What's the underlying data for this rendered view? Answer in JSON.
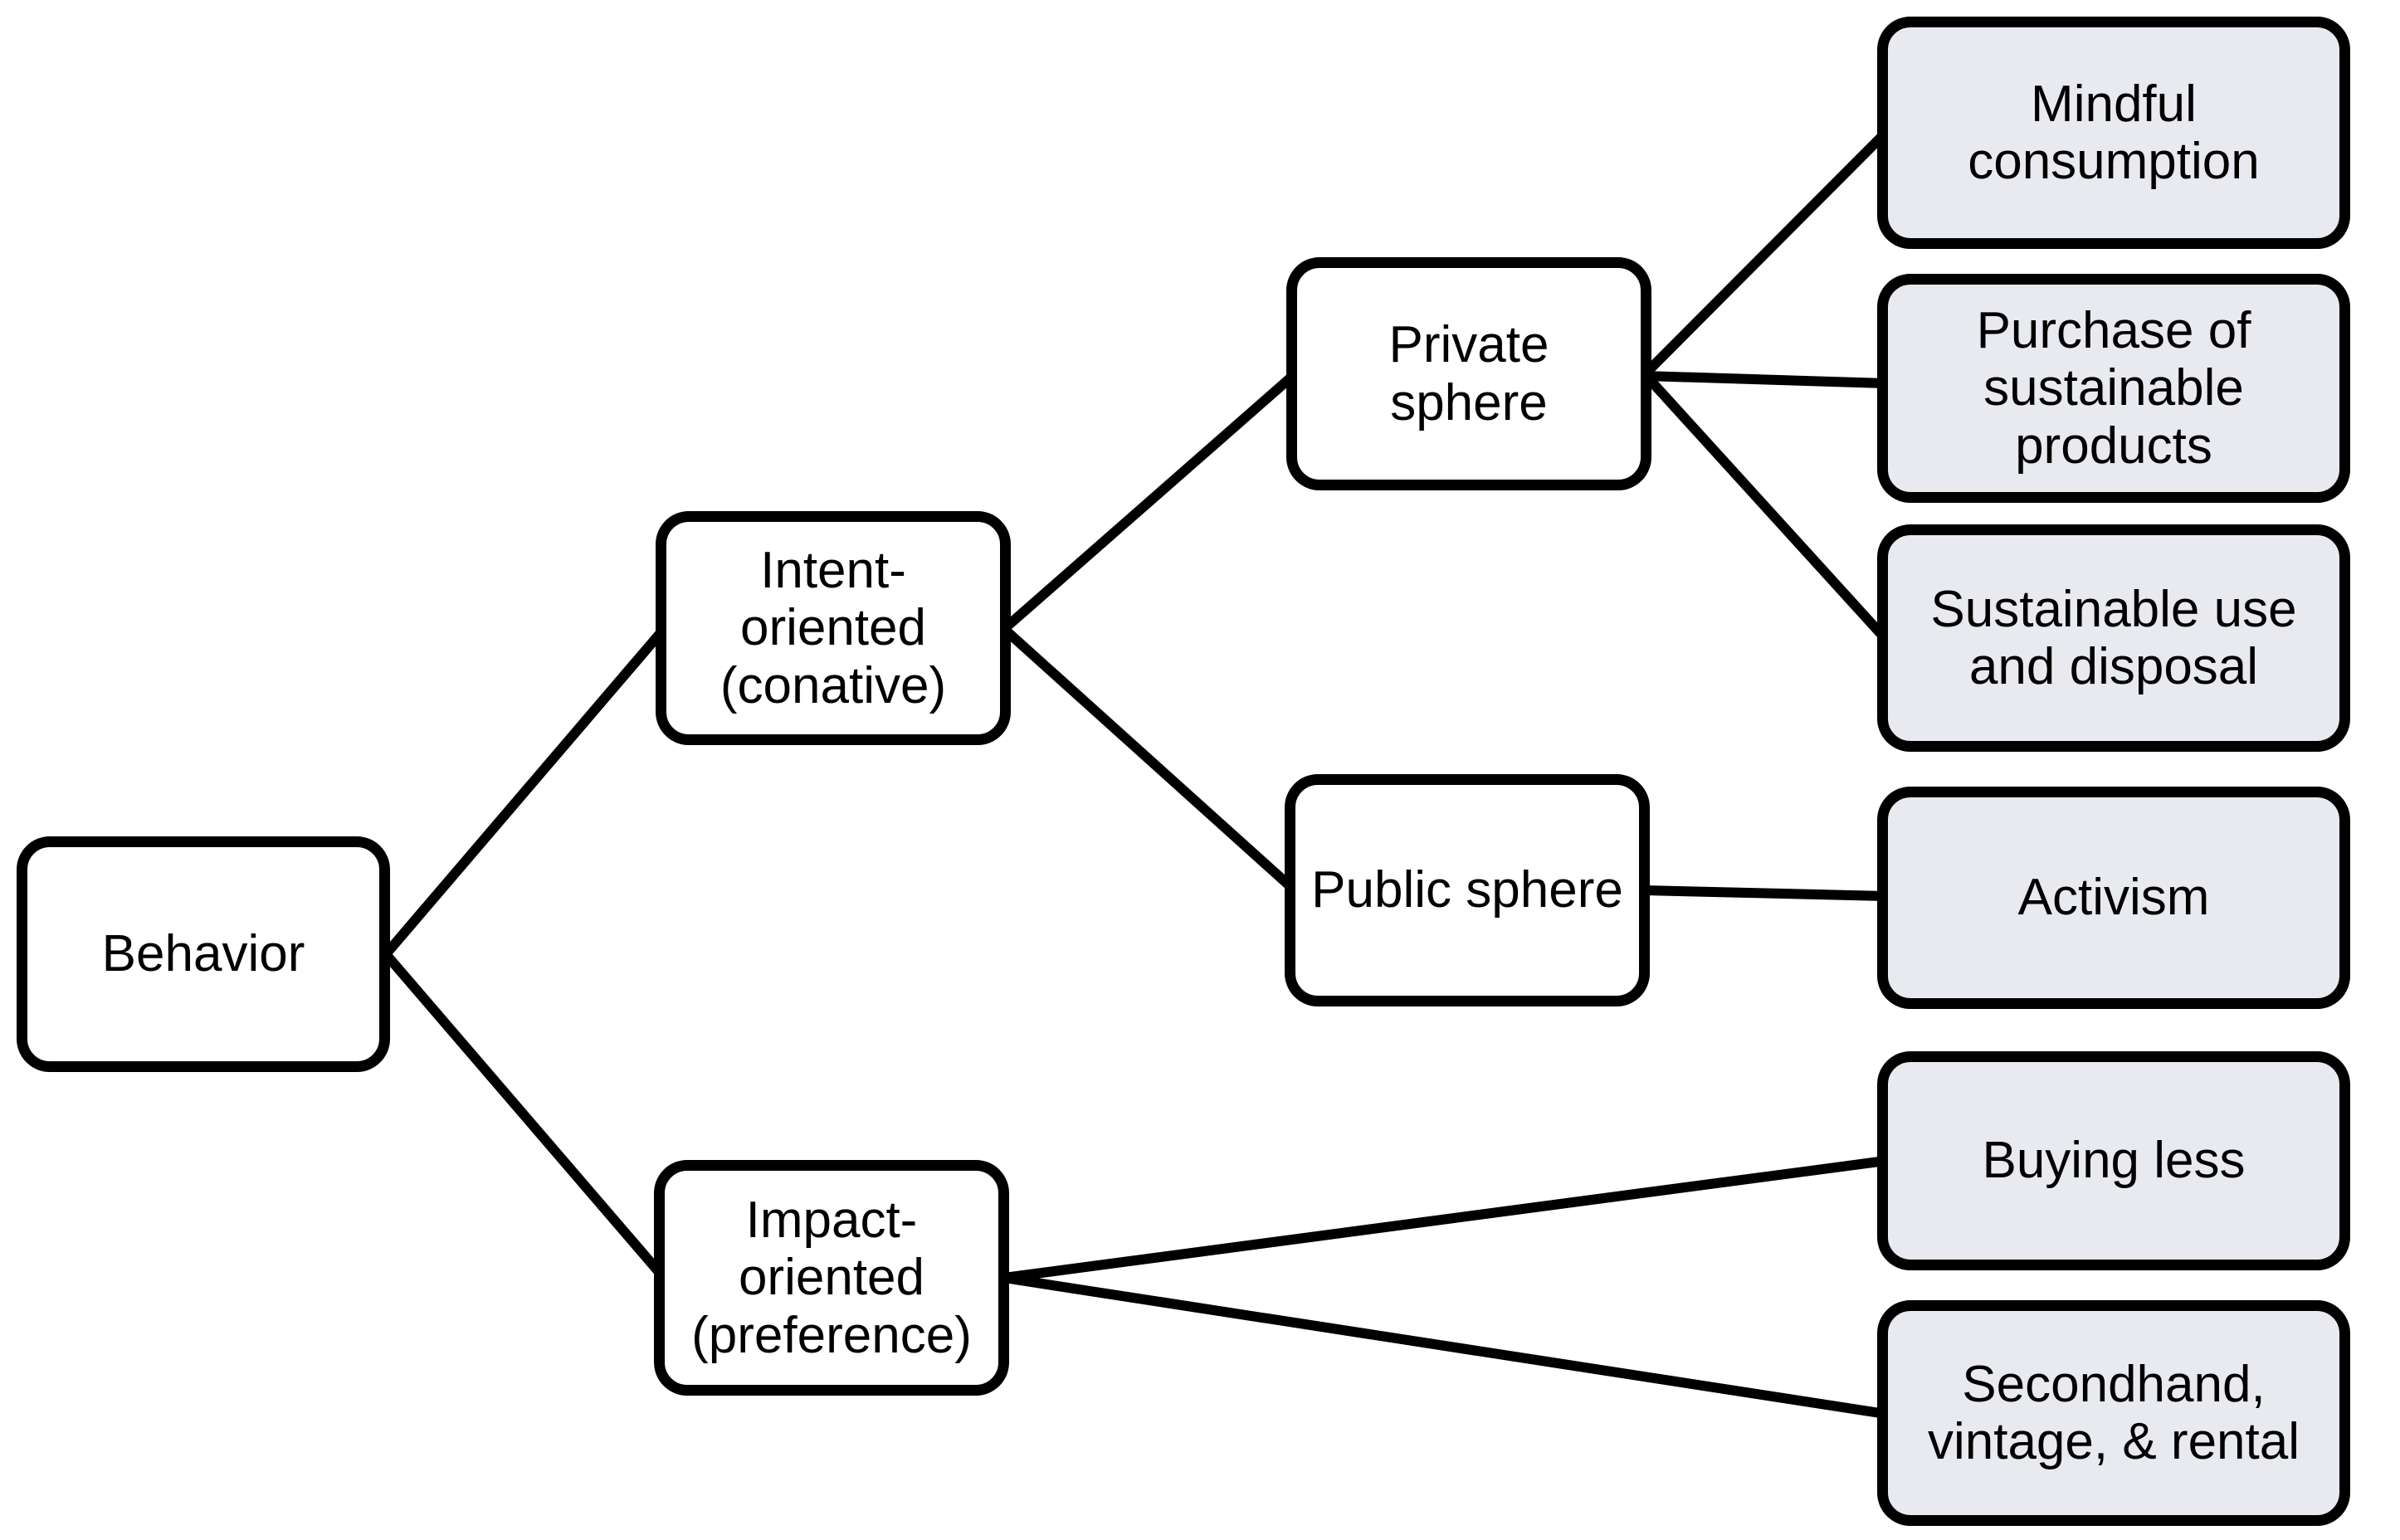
{
  "colors": {
    "background": "#ffffff",
    "border": "#000000",
    "node_fill": "#ffffff",
    "leaf_fill": "#e8eaf0",
    "line": "#000000",
    "text": "#000000"
  },
  "nodes": {
    "behavior": {
      "label": "Behavior",
      "level": "root"
    },
    "intent": {
      "label": "Intent-oriented\n(conative)",
      "level": "branch"
    },
    "impact": {
      "label": "Impact-\noriented\n(preference)",
      "level": "branch"
    },
    "private": {
      "label": "Private sphere",
      "level": "branch"
    },
    "public": {
      "label": "Public sphere",
      "level": "branch"
    },
    "mindful": {
      "label": "Mindful\nconsumption",
      "level": "leaf"
    },
    "purchase": {
      "label": "Purchase of\nsustainable\nproducts",
      "level": "leaf"
    },
    "sustainable": {
      "label": "Sustainable use\nand disposal",
      "level": "leaf"
    },
    "activism": {
      "label": "Activism",
      "level": "leaf"
    },
    "buying_less": {
      "label": "Buying less",
      "level": "leaf"
    },
    "secondhand": {
      "label": "Secondhand,\nvintage, & rental",
      "level": "leaf"
    }
  },
  "edges": [
    {
      "from": "behavior",
      "to": "intent"
    },
    {
      "from": "behavior",
      "to": "impact"
    },
    {
      "from": "intent",
      "to": "private"
    },
    {
      "from": "intent",
      "to": "public"
    },
    {
      "from": "private",
      "to": "mindful"
    },
    {
      "from": "private",
      "to": "purchase"
    },
    {
      "from": "private",
      "to": "sustainable"
    },
    {
      "from": "public",
      "to": "activism"
    },
    {
      "from": "impact",
      "to": "buying_less"
    },
    {
      "from": "impact",
      "to": "secondhand"
    }
  ]
}
